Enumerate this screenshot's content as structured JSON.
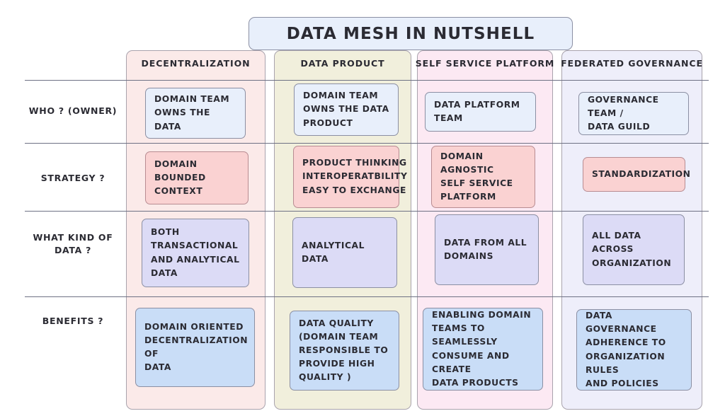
{
  "title": {
    "text": "DATA MESH IN NUTSHELL"
  },
  "colors": {
    "band_decentralization": "#fbeae9",
    "band_data_product": "#f1efdc",
    "band_self_service": "#fce9f3",
    "band_federated": "#eeeefa",
    "card_blue": "#e8effb",
    "card_pink": "#fad2d2",
    "card_purple": "#dcdbf6",
    "card_lightblue": "#c9ddf7",
    "title_bg": "#e8effb",
    "line": "#6e7184",
    "text": "#2b2b33"
  },
  "columns": [
    {
      "id": "decentralization",
      "label": "DECENTRALIZATION"
    },
    {
      "id": "data-product",
      "label": "DATA PRODUCT"
    },
    {
      "id": "self-service",
      "label": "SELF SERVICE PLATFORM"
    },
    {
      "id": "federated",
      "label": "FEDERATED GOVERNANCE"
    }
  ],
  "rows": [
    {
      "id": "who",
      "label": "WHO ? (OWNER)"
    },
    {
      "id": "strategy",
      "label": "STRATEGY ?"
    },
    {
      "id": "kind",
      "label": "WHAT KIND OF DATA\n?"
    },
    {
      "id": "benefits",
      "label": "BENEFITS ?"
    }
  ],
  "cells": {
    "who": {
      "decentralization": "DOMAIN TEAM\nOWNS THE DATA",
      "data_product": "DOMAIN TEAM\nOWNS THE DATA\nPRODUCT",
      "self_service": "DATA PLATFORM TEAM",
      "federated": "GOVERNANCE TEAM /\nDATA GUILD"
    },
    "strategy": {
      "decentralization": "DOMAIN BOUNDED\nCONTEXT",
      "data_product": "PRODUCT THINKING\nINTEROPERATBILITY\nEASY TO EXCHANGE",
      "self_service": "DOMAIN AGNOSTIC\nSELF SERVICE\nPLATFORM",
      "federated": "STANDARDIZATION"
    },
    "kind": {
      "decentralization": "BOTH\nTRANSACTIONAL\nAND ANALYTICAL\nDATA",
      "data_product": "ANALYTICAL DATA",
      "self_service": "DATA FROM ALL\nDOMAINS",
      "federated": "ALL DATA ACROSS\nORGANIZATION"
    },
    "benefits": {
      "decentralization": "DOMAIN ORIENTED\nDECENTRALIZATION OF\nDATA",
      "data_product": "DATA QUALITY\n(DOMAIN TEAM\nRESPONSIBLE TO\nPROVIDE HIGH\nQUALITY )",
      "self_service": "ENABLING DOMAIN\nTEAMS TO SEAMLESSLY\nCONSUME AND CREATE\nDATA PRODUCTS",
      "federated": "DATA GOVERNANCE\nADHERENCE TO\nORGANIZATION RULES\nAND POLICIES"
    }
  }
}
